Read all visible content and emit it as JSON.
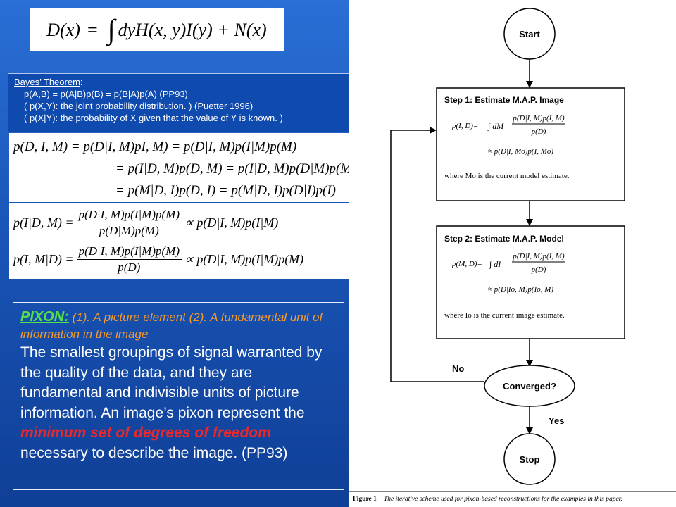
{
  "equation_top": {
    "lhs": "D(x)",
    "eq": "=",
    "integral": "∫",
    "integrand": "dyH(x, y)I(y)",
    "plus": "+",
    "noise": "N(x)"
  },
  "bayes": {
    "title": "Bayes’ Theorem",
    "line1": "p(A,B) = p(A|B)p(B) = p(B|A)p(A)   (PP93)",
    "line2": "( p(X,Y): the joint probability distribution. )   (Puetter 1996)",
    "line3": "( p(X|Y): the probability of X given that the value of Y is known. )"
  },
  "joint_equations": [
    "p(D, I, M)  =  p(D|I, M)pI, M)  =  p(D|I, M)p(I|M)p(M)",
    "=  p(I|D, M)p(D, M)  =  p(I|D, M)p(D|M)p(M)",
    "=  p(M|D, I)p(D, I)  =  p(M|D, I)p(D|I)p(I)"
  ],
  "posterior_equations": [
    {
      "lhs": "p(I|D, M)  =",
      "num": "p(D|I, M)p(I|M)p(M)",
      "den": "p(D|M)p(M)",
      "rhs": "∝  p(D|I, M)p(I|M)"
    },
    {
      "lhs": "p(I, M|D)  =",
      "num": "p(D|I, M)p(I|M)p(M)",
      "den": "p(D)",
      "rhs": "∝  p(D|I, M)p(I|M)p(M)"
    }
  ],
  "pixon": {
    "keyword": "PIXON:",
    "definition": "(1). A picture element (2). A fundamental unit of information in the image",
    "body_before": "The smallest groupings of signal warranted by the quality of the data, and they are fundamental and indivisible units of picture information. An image’s pixon represent the ",
    "highlight": "minimum set of degrees of freedom",
    "body_after": " necessary to describe the image.  (PP93)"
  },
  "flowchart": {
    "start": "Start",
    "step1_title": "Step 1: Estimate M.A.P. Image",
    "step1_eq1_lhs": "p(I, D)=",
    "step1_eq1_int": "∫ dM",
    "step1_eq1_num": "p(D|I, M)p(I, M)",
    "step1_eq1_den": "p(D)",
    "step1_eq2": "≈ p(D|I, Mo)p(I, Mo)",
    "step1_note": "where Mo is the current model estimate.",
    "step2_title": "Step 2: Estimate M.A.P. Model",
    "step2_eq1_lhs": "p(M, D)=",
    "step2_eq1_int": "∫ dI",
    "step2_eq1_num": "p(D|I, M)p(I, M)",
    "step2_eq1_den": "p(D)",
    "step2_eq2": "≈ p(D|Io, M)p(Io, M)",
    "step2_note": "where Io is the current image estimate.",
    "converged": "Converged?",
    "no": "No",
    "yes": "Yes",
    "stop": "Stop",
    "caption_label": "Figure 1",
    "caption_text": "The iterative scheme used for pixon-based reconstructions for the examples in this paper."
  }
}
